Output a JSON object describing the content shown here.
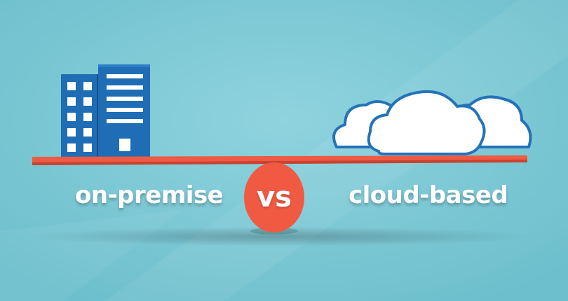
{
  "labels": {
    "left": "on-premise",
    "center": "vs",
    "right": "cloud-based"
  },
  "icons": {
    "left": "office-buildings-icon",
    "right": "clouds-icon"
  },
  "colors": {
    "background": "#7fcad6",
    "building": "#1f6db5",
    "building_dark": "#174f8a",
    "window": "#ffffff",
    "beam": "#ee5a43",
    "beam_dark": "#c7432f",
    "fulcrum": "#f05a43",
    "cloud_fill": "#ffffff",
    "cloud_stroke": "#2473b8",
    "text": "#ffffff"
  }
}
